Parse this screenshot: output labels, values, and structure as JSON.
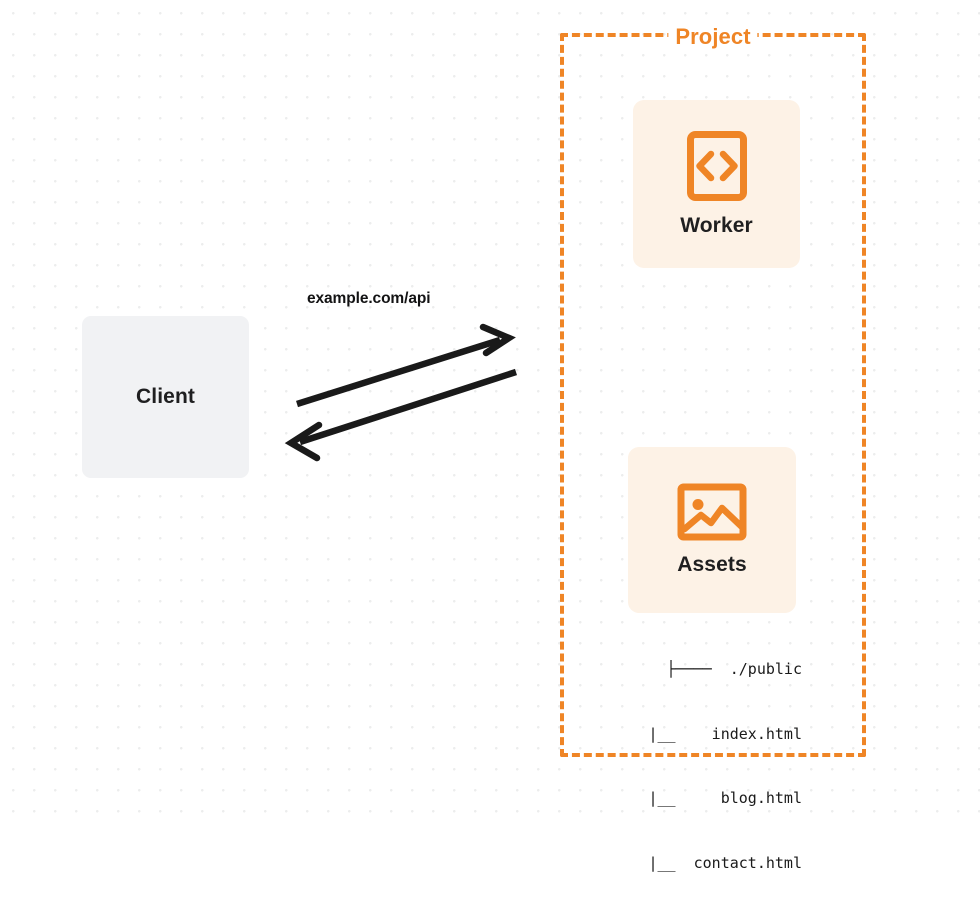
{
  "diagram": {
    "client": {
      "label": "Client"
    },
    "connection": {
      "request_label": "example.com/api",
      "outbound_icon": "arrow-right-icon",
      "inbound_icon": "arrow-left-icon"
    },
    "project": {
      "title": "Project",
      "border_color": "#ef8526",
      "services": [
        {
          "id": "worker",
          "label": "Worker",
          "icon": "code-brackets-icon",
          "background": "#fdf2e6"
        },
        {
          "id": "assets",
          "label": "Assets",
          "icon": "image-icon",
          "background": "#fdf2e6"
        }
      ],
      "file_tree": [
        "├────  ./public",
        "    |__    index.html",
        "    |__     blog.html",
        "    |__  contact.html"
      ]
    }
  },
  "colors": {
    "accent_orange": "#ef8526",
    "card_background": "#fdf2e6",
    "client_background": "#f1f2f4",
    "text_dark": "#1f1f20",
    "grid_dot": "#eceded"
  }
}
